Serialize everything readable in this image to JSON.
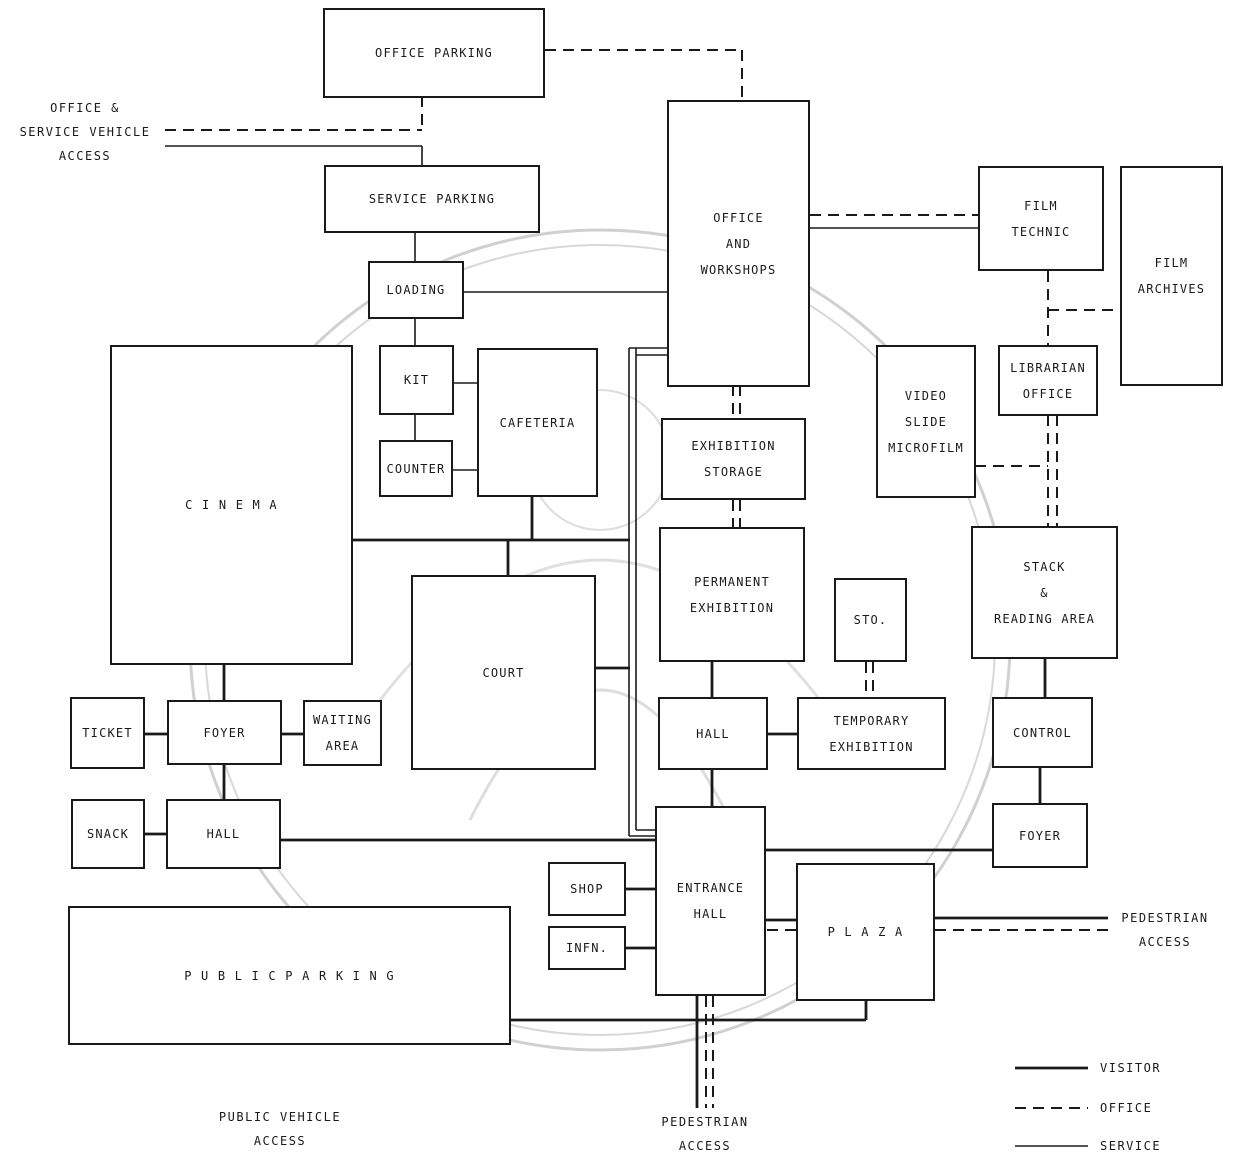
{
  "spaces": {
    "office_parking": "OFFICE     PARKING",
    "service_parking": "SERVICE     PARKING",
    "loading": "LOADING",
    "kit": "KIT",
    "counter": "COUNTER",
    "cafeteria": "CAFETERIA",
    "cinema": "C I N E M A",
    "court": "COURT",
    "office_workshops": "OFFICE\nAND\nWORKSHOPS",
    "exhibition_storage": "EXHIBITION\nSTORAGE",
    "permanent_exhibition": "PERMANENT\nEXHIBITION",
    "sto": "STO.",
    "hall_exhibition": "HALL",
    "temporary_exhibition": "TEMPORARY\nEXHIBITION",
    "film_technic": "FILM\nTECHNIC",
    "film_archives": "FILM\nARCHIVES",
    "video_slide": "VIDEO\nSLIDE\nMICROFILM",
    "librarian_office": "LIBRARIAN\nOFFICE",
    "stack_reading": "STACK\n&\nREADING AREA",
    "control": "CONTROL",
    "foyer_library": "FOYER",
    "ticket": "TICKET",
    "foyer_cinema": "FOYER",
    "waiting_area": "WAITING\nAREA",
    "snack": "SNACK",
    "hall_cinema": "HALL",
    "shop": "SHOP",
    "infn": "INFN.",
    "entrance_hall": "ENTRANCE\nHALL",
    "plaza": "P L A Z A",
    "public_parking": "P U B L I C          P A R K I N G"
  },
  "labels": {
    "office_service_access": "OFFICE &\nSERVICE VEHICLE\nACCESS",
    "pedestrian_access_right": "PEDESTRIAN\nACCESS",
    "pedestrian_access_bottom": "PEDESTRIAN\nACCESS",
    "public_vehicle_access": "PUBLIC  VEHICLE\nACCESS"
  },
  "legend": {
    "visitor": "VISITOR",
    "office": "OFFICE",
    "service": "SERVICE"
  }
}
